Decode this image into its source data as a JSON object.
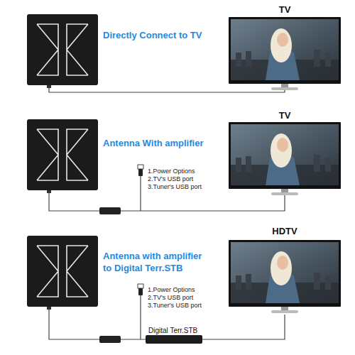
{
  "diagram": {
    "nodes": [
      {
        "text": [
          "TV"
        ]
      },
      {
        "text": [
          "TV"
        ]
      },
      {
        "text": [
          "HDTV"
        ]
      },
      {
        "text": [
          "Digital Terr.STB"
        ]
      }
    ],
    "edges": [
      {
        "from": 3,
        "to": 2,
        "arrow": "none"
      }
    ],
    "labels": [
      "Directly Connect to TV",
      "Antenna With amplifier",
      "1.Power Options",
      "2.TV's USB port",
      "3.Tuner's USB port",
      "Antenna with amplifier to Digital Terr.STB",
      "1.Power Options",
      "2.TV's USB port",
      "3.Tuner's USB port"
    ]
  }
}
